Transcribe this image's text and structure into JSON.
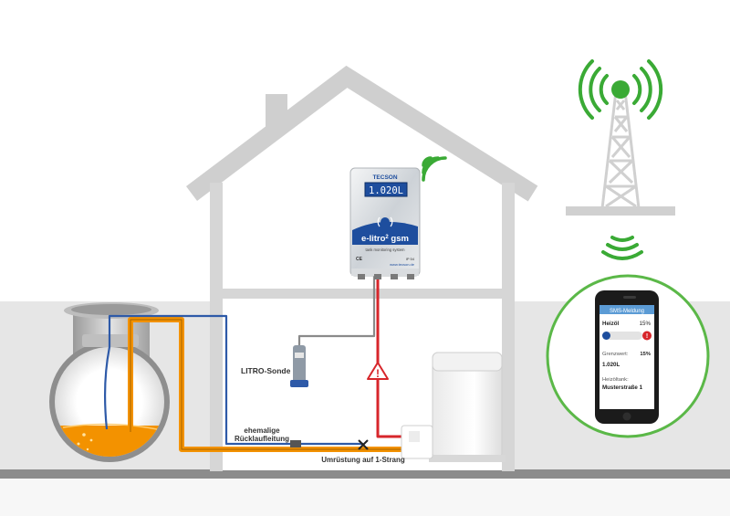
{
  "labels": {
    "probe": "LITRO-Sonde",
    "former_return_line_1": "ehemalige",
    "former_return_line_2": "Rücklaufleitung",
    "conversion": "Umrüstung auf 1-Strang"
  },
  "device": {
    "brand": "TECSON",
    "display_value": "1.020L",
    "product_name": "e-litro",
    "product_sup": "2",
    "product_suffix": " gsm",
    "tagline": "tank monitoring system",
    "rating": "IP 54",
    "website": "www.tecson.de",
    "ce": "CE"
  },
  "phone": {
    "header": "SMS-Meldung",
    "fuel_label": "Heizöl",
    "fuel_percent": "15%",
    "fuel_level_fraction": 0.15,
    "alert_symbol": "!",
    "threshold_label": "Grenzwert:",
    "threshold_value": "15%",
    "volume": "1.020L",
    "tank_label": "Heizöltank:",
    "tank_location": "Musterstraße 1"
  },
  "warning_symbol": "!",
  "colors": {
    "house_outline": "#cfcfcf",
    "ground": "#e6e6e6",
    "ground_band": "#8c8c8c",
    "signal_green": "#3aaa35",
    "oil": "#f39200",
    "pipe_blue": "#2e5aa8",
    "pipe_red": "#d7262b",
    "phone_ring": "#5bb848",
    "display_bg": "#1e4e9e"
  }
}
